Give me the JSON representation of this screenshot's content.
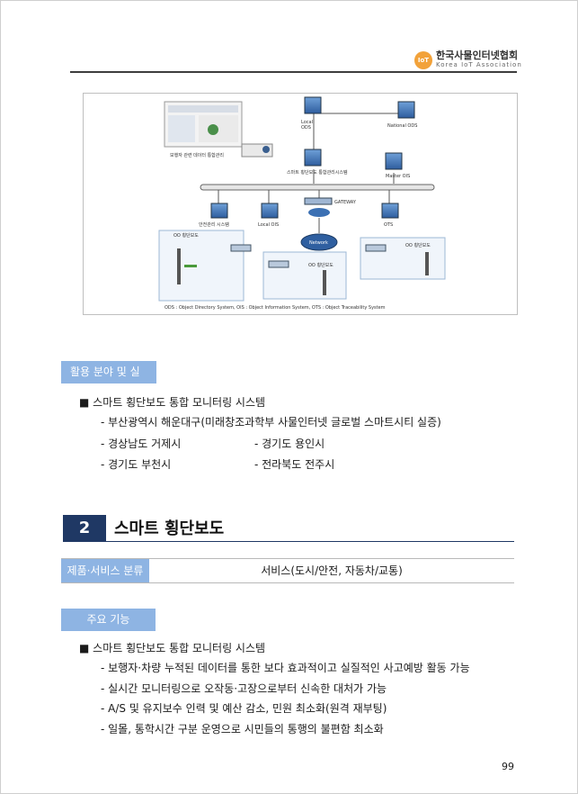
{
  "header": {
    "org_name": "한국사물인터넷협회",
    "org_name_en": "Korea IoT Association",
    "logo_mark": "IoT"
  },
  "diagram": {
    "labels": {
      "local_ods": "Local\nODS",
      "national_ods": "National ODS",
      "pedestrian_data": "보행자 관련 데이터 통합관리",
      "smart_crosswalk_system": "스마트 횡단보도 통합관리시스템",
      "master_ois": "Master OIS",
      "gateway": "GATEWAY",
      "safety_system": "안전관리 시스템",
      "local_ois": "Local OIS",
      "ots": "OTS",
      "network": "Network",
      "crosswalk_left": "OO 횡단보도",
      "crosswalk_center": "OO 횡단보도",
      "crosswalk_right": "OO 횡단보도",
      "legend": "ODS : Object Directory System, OIS : Object Information System, OTS : Object Traceability System"
    }
  },
  "section1": {
    "label": "활용 분야 및 실적",
    "bullet": "스마트 횡단보도 통합 모니터링 시스템",
    "items": [
      "- 부산광역시 해운대구(미래창조과학부 사물인터넷 글로벌 스마트시티 실증)",
      "- 경상남도 거제시",
      "- 경기도 용인시",
      "- 경기도 부천시",
      "- 전라북도 전주시"
    ]
  },
  "chapter": {
    "number": "2",
    "title": "스마트 횡단보도"
  },
  "category": {
    "label": "제품·서비스 분류",
    "value": "서비스(도시/안전, 자동차/교통)"
  },
  "section2": {
    "label": "주요 기능",
    "bullet": "스마트 횡단보도 통합 모니터링 시스템",
    "items": [
      "- 보행자·차량 누적된 데이터를 통한 보다 효과적이고 실질적인 사고예방 활동 가능",
      "- 실시간 모니터링으로 오작동·고장으로부터 신속한 대처가 가능",
      "- A/S 및 유지보수 인력 및 예산 감소, 민원 최소화(원격 재부팅)",
      "- 일몰, 통학시간 구분 운영으로 시민들의 통행의 불편함 최소화"
    ]
  },
  "footer": {
    "page_number": "99"
  }
}
